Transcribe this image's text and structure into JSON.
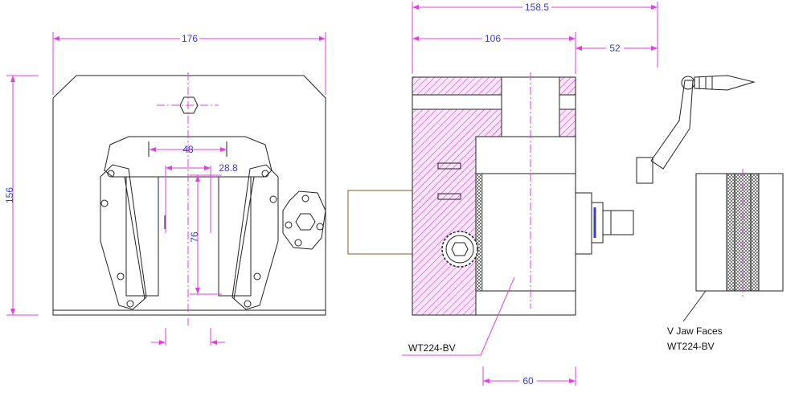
{
  "dimensions": {
    "width_176": "176",
    "height_156": "156",
    "jaw_48": "48",
    "jaw_28_8": "28.8",
    "depth_76": "76",
    "total_158_5": "158.5",
    "body_106": "106",
    "shaft_52": "52",
    "bottom_60": "60"
  },
  "labels": {
    "part_callout": "WT224-BV",
    "jaw_faces_line1": "V Jaw Faces",
    "jaw_faces_line2": "WT224-BV"
  },
  "colors": {
    "dimension": "#e040e0",
    "dimension_text": "#3a3acc",
    "outline": "#222222",
    "hatch": "#e040e0"
  }
}
